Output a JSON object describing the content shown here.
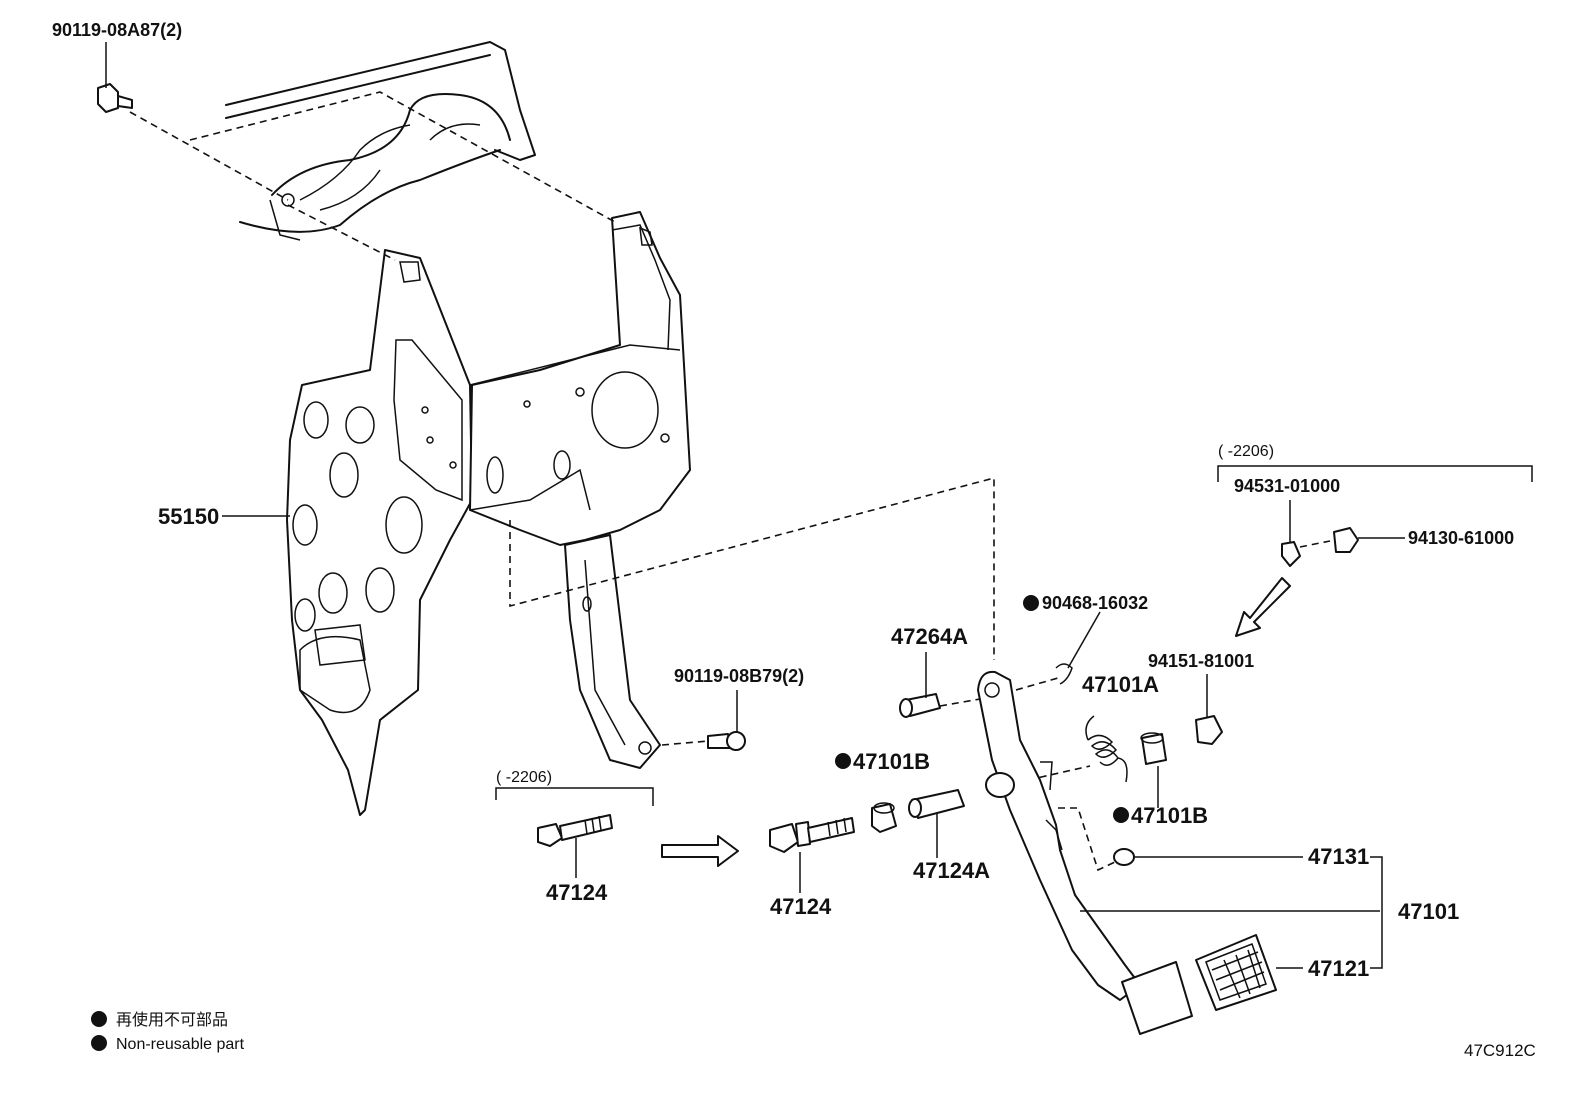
{
  "labels": {
    "bolt_top": "90119-08A87(2)",
    "bracket": "55150",
    "bolt_mid": "90119-08B79(2)",
    "range_left": "(      -2206)",
    "bolt_old": "47124",
    "bolt_new": "47124",
    "bushing_left": "47101B",
    "collar": "47124A",
    "pin": "47264A",
    "clip": "90468-16032",
    "spring": "47101A",
    "bushing_right": "47101B",
    "range_right": "(      -2206)",
    "washer": "94531-01000",
    "nut_old": "94130-61000",
    "nut_new": "94151-81001",
    "stopper": "47131",
    "pedal_assy": "47101",
    "pedal_pad": "47121"
  },
  "legend": {
    "jp": "再使用不可部品",
    "en": "Non-reusable part"
  },
  "code": "47C912C",
  "colors": {
    "ink": "#111111",
    "paper": "#ffffff"
  }
}
